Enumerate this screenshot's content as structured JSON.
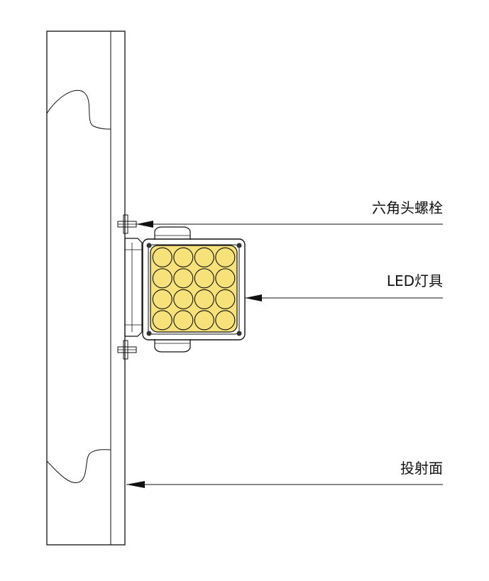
{
  "labels": {
    "bolt": "六角头螺栓",
    "led_fixture": "LED灯具",
    "projection_surface": "投射面"
  },
  "colors": {
    "line": "#111111",
    "led_fill": "#f7e27a",
    "background": "#ffffff"
  },
  "led_grid": {
    "rows": 4,
    "cols": 4
  }
}
